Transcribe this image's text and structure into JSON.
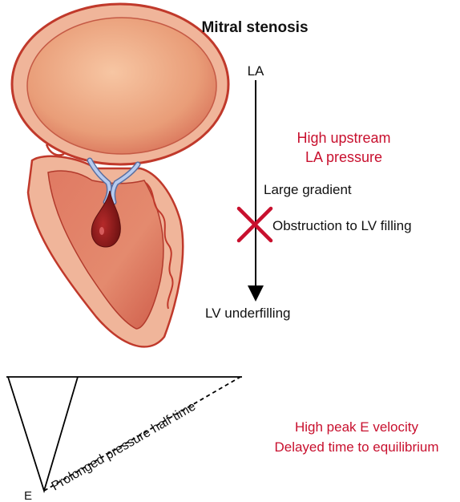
{
  "title": "Mitral stenosis",
  "flow": {
    "top_label": "LA",
    "upstream_line1": "High upstream",
    "upstream_line2": "LA pressure",
    "gradient_label": "Large gradient",
    "obstruction_label": "Obstruction to LV filling",
    "bottom_label": "LV underfilling"
  },
  "doppler": {
    "e_label": "E",
    "slope_label": "Prolonged pressure half time",
    "note_line1": "High peak E velocity",
    "note_line2": "Delayed time to equilibrium"
  },
  "colors": {
    "accent_red": "#c8102e",
    "heart_wall": "#c8423a",
    "heart_fill": "#eaa07f",
    "valve_blue": "#9fb8e0",
    "blood": "#8e1b1b"
  }
}
